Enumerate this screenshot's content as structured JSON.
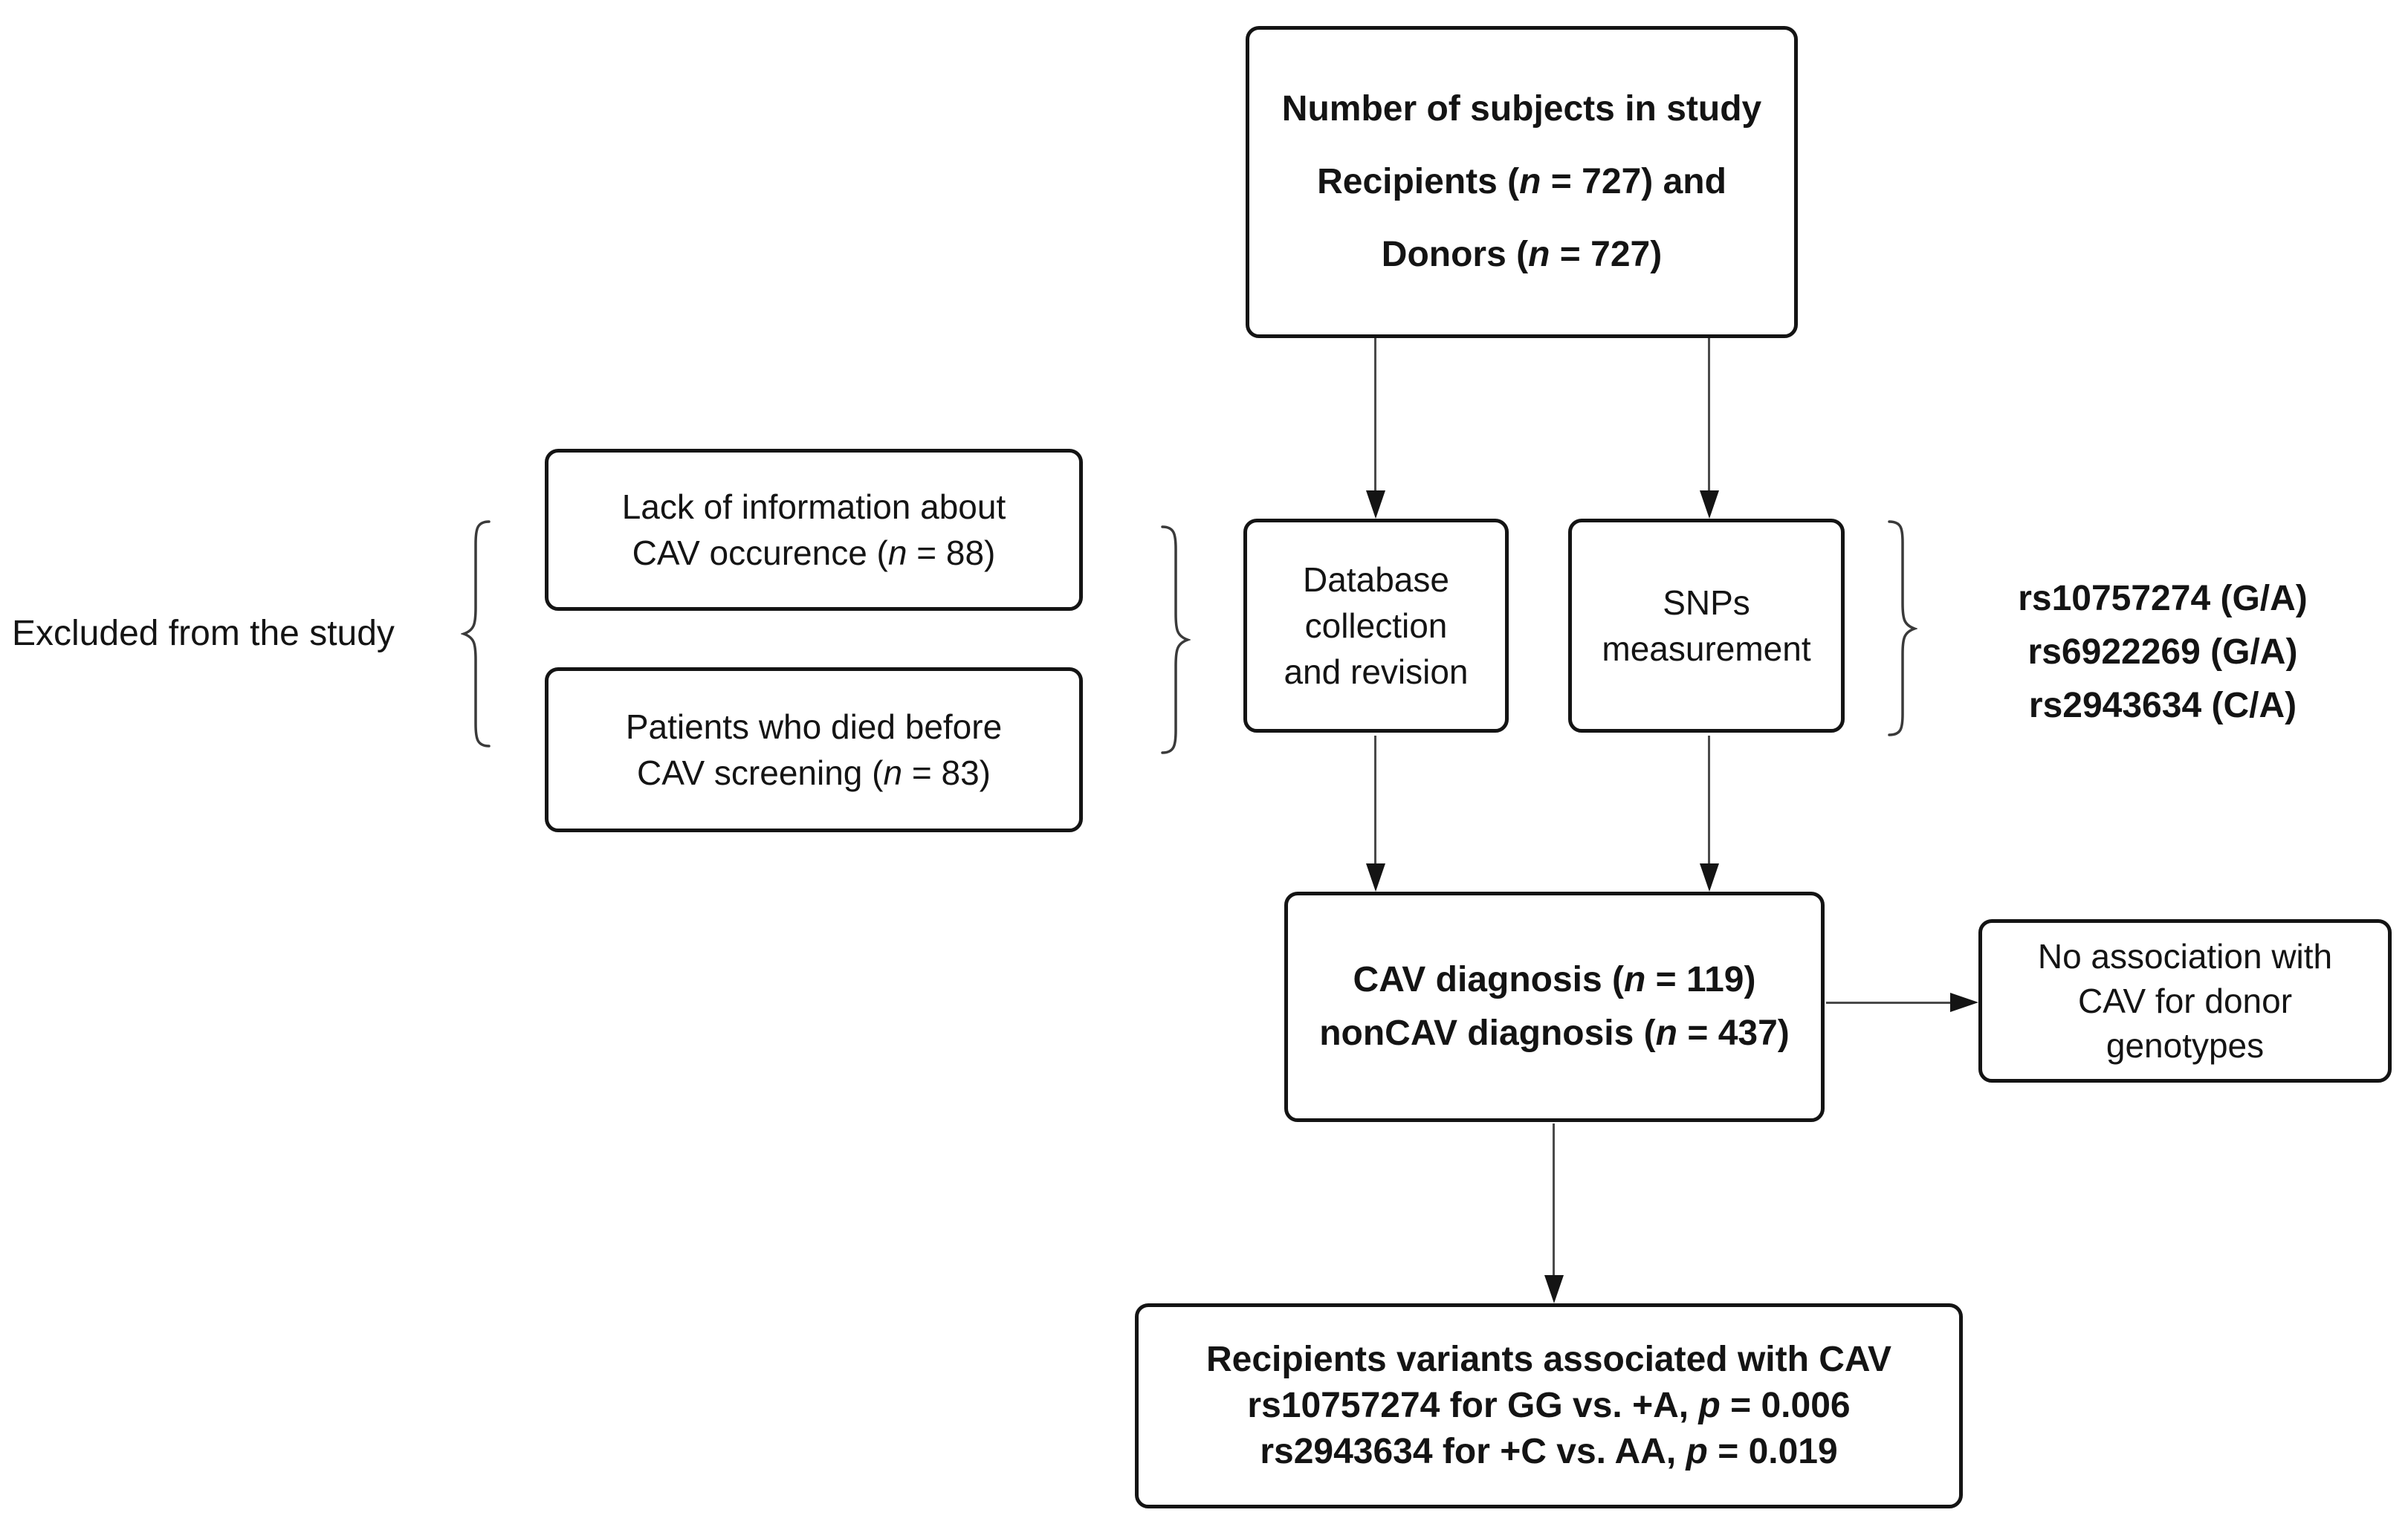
{
  "colors": {
    "background": "#ffffff",
    "ink": "#141414",
    "line": "#4a4a4a"
  },
  "top_box": {
    "l1": "Number of subjects in study",
    "l2_pre": "Recipients (",
    "l2_var": "n",
    "l2_post": " = 727) and",
    "l3_pre": "Donors (",
    "l3_var": "n",
    "l3_post": " = 727)"
  },
  "excluded": {
    "label": "Excluded from the study"
  },
  "exclusion_box_1": {
    "l1": "Lack of information about",
    "l2_pre": "CAV occurence (",
    "l2_var": "n",
    "l2_post": " = 88)"
  },
  "exclusion_box_2": {
    "l1": "Patients who died before",
    "l2_pre": "CAV screening (",
    "l2_var": "n",
    "l2_post": " = 83)"
  },
  "database_box": {
    "l1": "Database",
    "l2": "collection",
    "l3": "and revision"
  },
  "snps_box": {
    "l1": "SNPs",
    "l2": "measurement"
  },
  "snp_list": {
    "l1": "rs10757274 (G/A)",
    "l2": "rs6922269 (G/A)",
    "l3": "rs2943634 (C/A)"
  },
  "cav_box": {
    "l1_pre": "CAV diagnosis (",
    "l1_var": "n",
    "l1_post": " = 119)",
    "l2_pre": "nonCAV diagnosis (",
    "l2_var": "n",
    "l2_post": " = 437)"
  },
  "no_assoc_box": {
    "l1": "No association with",
    "l2": "CAV for donor",
    "l3": "genotypes"
  },
  "result_box": {
    "l1": "Recipients variants associated with CAV",
    "l2_pre": "rs10757274 for GG vs. +A, ",
    "l2_var": "p",
    "l2_post": " = 0.006",
    "l3_pre": "rs2943634 for +C vs. AA, ",
    "l3_var": "p",
    "l3_post": " = 0.019"
  }
}
